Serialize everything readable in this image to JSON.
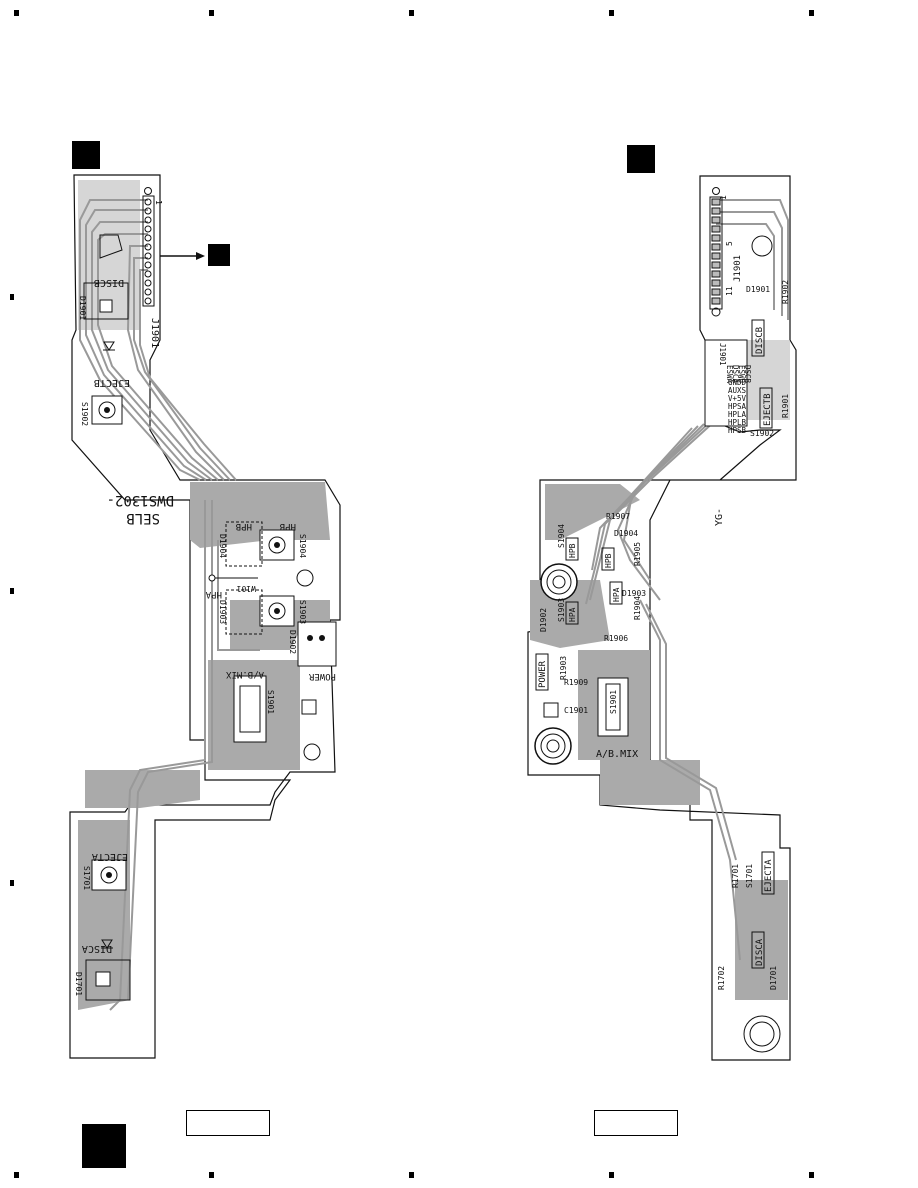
{
  "document": {
    "title": ""
  },
  "colors": {
    "ink": "#111111",
    "copper": "#aaaaaa",
    "board_bg": "#ffffff"
  },
  "left_board": {
    "side": "component side (mirrored view)",
    "designation": "DWS1302-",
    "variant": "SELB",
    "connector": "J1901",
    "labels": {
      "disc_b": "DISCB",
      "eject_b": "EJECTB",
      "d1901": "D1901",
      "s1902": "S1902",
      "hpb": "HPB",
      "hpa": "HPA",
      "d1904": "D1904",
      "s1904": "S1904",
      "d1903": "D1903",
      "s1903": "S1903",
      "d1902": "D1902",
      "power": "POWER",
      "ab_mix": "A/B.MIX",
      "s1901": "S1901",
      "w101": "W101",
      "eject_a": "EJECTA",
      "s1701": "S1701",
      "disc_a": "DISCA",
      "d1701": "D1701",
      "pin1": "1"
    }
  },
  "right_board": {
    "side": "solder side",
    "connector": "J1901",
    "pin_labels": [
      "J1901",
      "ESWA",
      "DSCA",
      "ESWB",
      "DSCB",
      "GNDD",
      "AUXS",
      "V+5V",
      "HPSA",
      "HPLA",
      "HPLB",
      "HPSB"
    ],
    "labels": {
      "pin1": "1",
      "pin5": "5",
      "pin11": "11",
      "j1901": "J1901",
      "d1901": "D1901",
      "r1902": "R1902",
      "disc_b": "DISCB",
      "eject_b": "EJECTB",
      "r1901": "R1901",
      "s1902": "S1902",
      "yg": "YG-",
      "r1907": "R1907",
      "s1904": "S1904",
      "hpb": "HPB",
      "d1904": "D1904",
      "r1905": "R1905",
      "hpb2": "HPB",
      "hpa2": "HPA",
      "d1903": "D1903",
      "d1902": "D1902",
      "s1903": "S1903",
      "hpa": "HPA",
      "r1904": "R1904",
      "r1906": "R1906",
      "power": "POWER",
      "r1903": "R1903",
      "r1909": "R1909",
      "s1901": "S1901",
      "c1901": "C1901",
      "ab_mix": "A/B.MIX",
      "r1701": "R1701",
      "s1701": "S1701",
      "eject_a": "EJECTA",
      "disc_a": "DISCA",
      "r1702": "R1702",
      "d1701": "D1701"
    }
  },
  "page_labels": {
    "left_section": "",
    "right_section": "",
    "left_caption": "",
    "right_caption": ""
  }
}
